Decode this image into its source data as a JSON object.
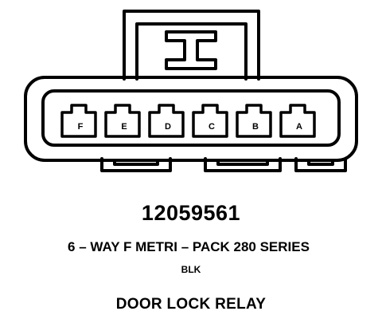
{
  "connector": {
    "pins": [
      {
        "label": "F"
      },
      {
        "label": "E"
      },
      {
        "label": "D"
      },
      {
        "label": "C"
      },
      {
        "label": "B"
      },
      {
        "label": "A"
      }
    ]
  },
  "caption": {
    "part_number": "12059561",
    "series": "6 – WAY F METRI – PACK 280 SERIES",
    "color": "BLK",
    "component": "DOOR LOCK RELAY"
  }
}
